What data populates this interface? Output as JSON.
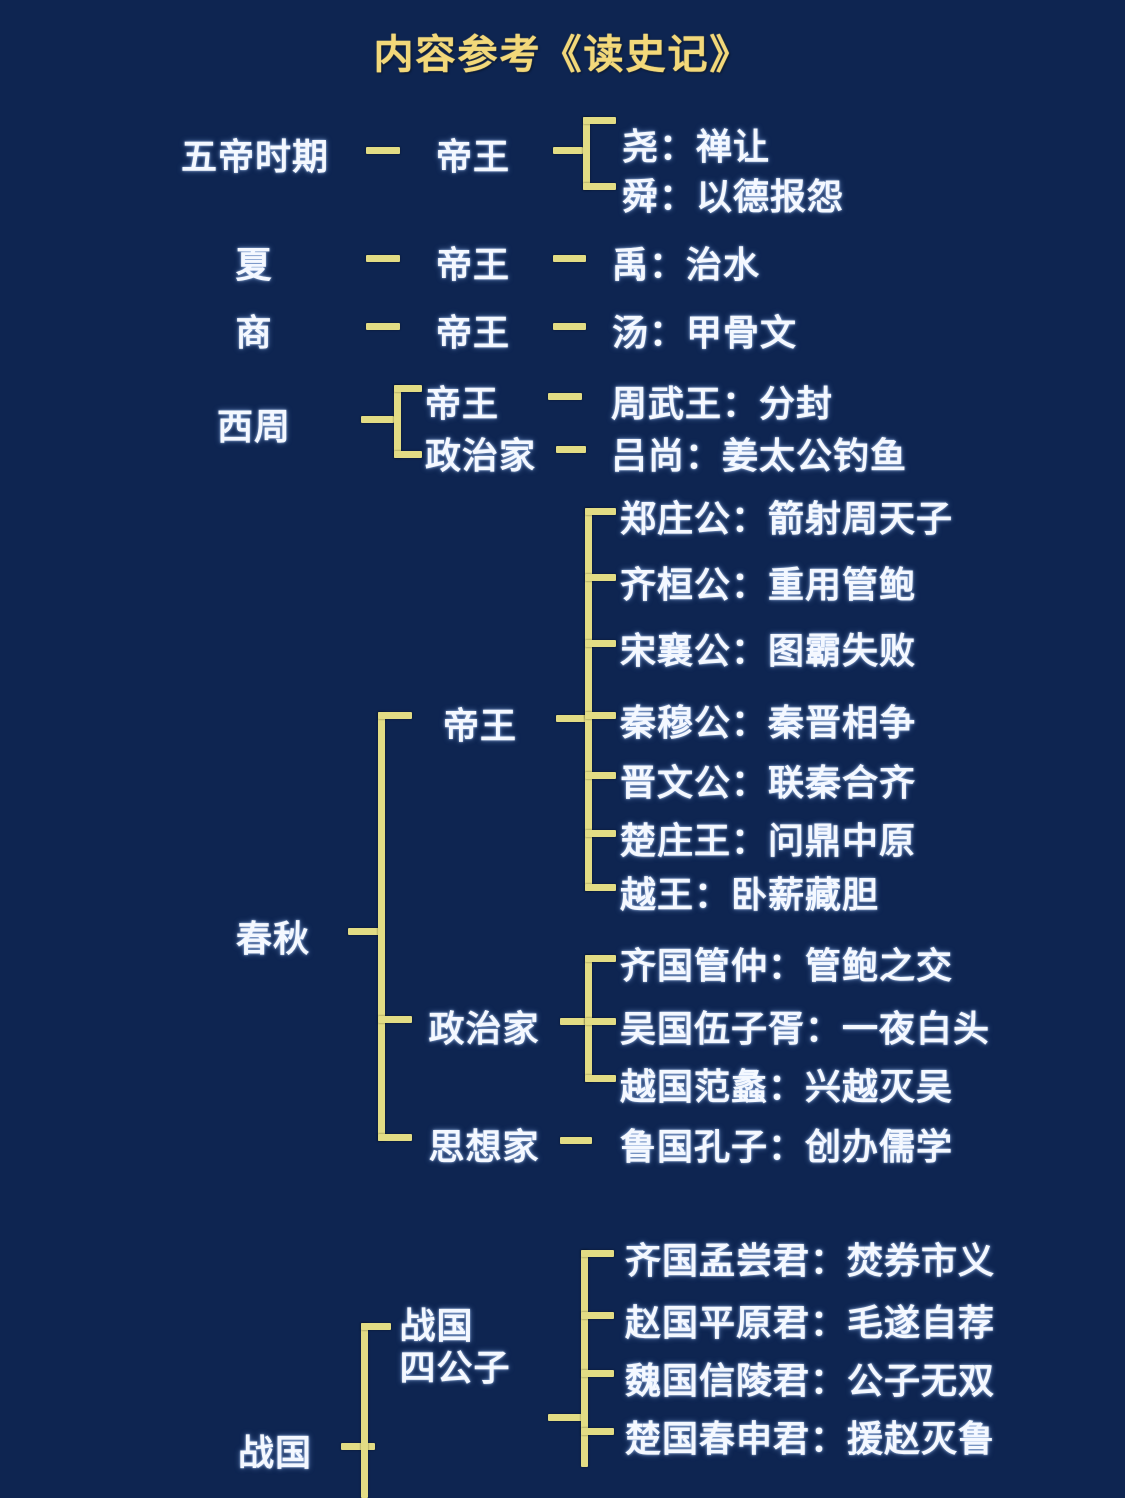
{
  "header": {
    "title": "内容参考《读史记》",
    "title_color": "#f2d87a"
  },
  "theme": {
    "background": "#0e2551",
    "text_color": "#f4f8ff",
    "line_color": "#e2dc84"
  },
  "tree": {
    "eras": [
      {
        "era": "五帝时期",
        "roles": [
          {
            "role": "帝王",
            "entries": [
              "尧：禅让",
              "舜：以德报怨"
            ]
          }
        ]
      },
      {
        "era": "夏",
        "roles": [
          {
            "role": "帝王",
            "entries": [
              "禹：治水"
            ]
          }
        ]
      },
      {
        "era": "商",
        "roles": [
          {
            "role": "帝王",
            "entries": [
              "汤：甲骨文"
            ]
          }
        ]
      },
      {
        "era": "西周",
        "roles": [
          {
            "role": "帝王",
            "entries": [
              "周武王：分封"
            ]
          },
          {
            "role": "政治家",
            "entries": [
              "吕尚：姜太公钓鱼"
            ]
          }
        ]
      },
      {
        "era": "春秋",
        "roles": [
          {
            "role": "帝王",
            "entries": [
              "郑庄公：箭射周天子",
              "齐桓公：重用管鲍",
              "宋襄公：图霸失败",
              "秦穆公：秦晋相争",
              "晋文公：联秦合齐",
              "楚庄王：问鼎中原",
              "越王：卧薪藏胆"
            ]
          },
          {
            "role": "政治家",
            "entries": [
              "齐国管仲：管鲍之交",
              "吴国伍子胥：一夜白头",
              "越国范蠡：兴越灭吴"
            ]
          },
          {
            "role": "思想家",
            "entries": [
              "鲁国孔子：创办儒学"
            ]
          }
        ]
      },
      {
        "era": "战国",
        "roles": [
          {
            "role": "战国\n四公子",
            "entries": [
              "齐国孟尝君：焚券市义",
              "赵国平原君：毛遂自荐",
              "魏国信陵君：公子无双",
              "楚国春申君：援赵灭鲁"
            ]
          }
        ]
      }
    ]
  },
  "labels": {
    "era_wudi": "五帝时期",
    "era_xia": "夏",
    "era_shang": "商",
    "era_xizhou": "西周",
    "era_chunqiu": "春秋",
    "era_zhanguo": "战国",
    "role_diwang_1": "帝王",
    "role_diwang_2": "帝王",
    "role_diwang_3": "帝王",
    "role_diwang_4": "帝王",
    "role_zhengzhijia_1": "政治家",
    "role_diwang_cq": "帝王",
    "role_zhengzhijia_cq": "政治家",
    "role_sixiangjia_cq": "思想家",
    "role_sigongzi": "战国\n四公子",
    "e_yao": "尧：禅让",
    "e_shun": "舜：以德报怨",
    "e_yu": "禹：治水",
    "e_tang": "汤：甲骨文",
    "e_zhouwuwang": "周武王：分封",
    "e_lvshang": "吕尚：姜太公钓鱼",
    "e_zhengzhuanggong": "郑庄公：箭射周天子",
    "e_qihuangong": "齐桓公：重用管鲍",
    "e_songxianggong": "宋襄公：图霸失败",
    "e_qinmugong": "秦穆公：秦晋相争",
    "e_jinwengong": "晋文公：联秦合齐",
    "e_chuzhuangwang": "楚庄王：问鼎中原",
    "e_yuewang": "越王：卧薪藏胆",
    "e_guanzhong": "齐国管仲：管鲍之交",
    "e_wuzixu": "吴国伍子胥：一夜白头",
    "e_fanli": "越国范蠡：兴越灭吴",
    "e_kongzi": "鲁国孔子：创办儒学",
    "e_mengchangjun": "齐国孟尝君：焚券市义",
    "e_pingyuanjun": "赵国平原君：毛遂自荐",
    "e_xinlingjun": "魏国信陵君：公子无双",
    "e_chunshenjun": "楚国春申君：援赵灭鲁"
  }
}
